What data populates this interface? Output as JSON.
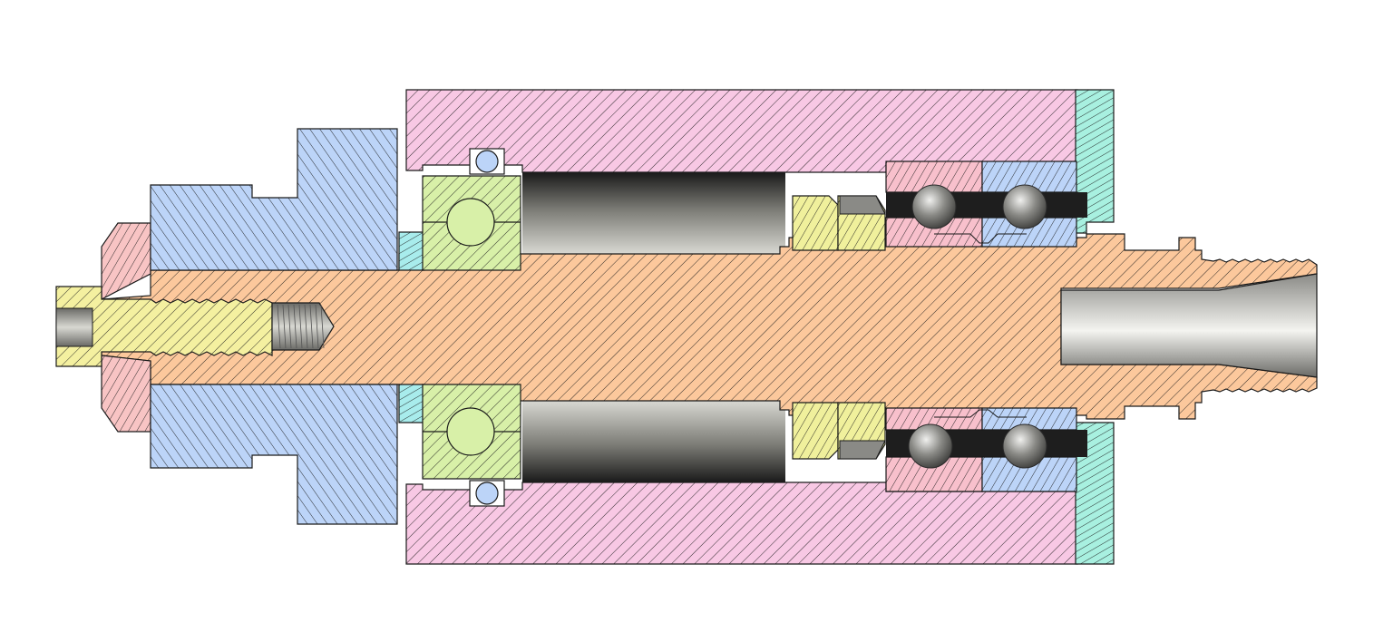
{
  "diagram": {
    "view": "cross-section",
    "background": "#ffffff",
    "outline_color": "#1a1a1a",
    "hatch_color": "#1a1a1a",
    "parts": [
      {
        "name": "housing",
        "fill": "#f8c8e4"
      },
      {
        "name": "end-cap",
        "fill": "#a8f0e0"
      },
      {
        "name": "flange-nut",
        "fill": "#bcd4f8"
      },
      {
        "name": "spindle-shaft",
        "fill": "#fcc89c"
      },
      {
        "name": "drawbar-bolt",
        "fill": "#f4f0a0"
      },
      {
        "name": "hex-nut",
        "fill": "#f8c4c4"
      },
      {
        "name": "deep-groove-bearing",
        "fill": "#d8f0a8"
      },
      {
        "name": "bearing-spacer",
        "fill": "#a8ecec"
      },
      {
        "name": "lock-nuts",
        "fill": "#f0f09c"
      },
      {
        "name": "angular-contact-bearing-front",
        "fill": "#f8c0cc"
      },
      {
        "name": "angular-contact-bearing-rear",
        "fill": "#bcd4f8"
      },
      {
        "name": "o-ring",
        "fill": "#bcd4f8"
      },
      {
        "name": "bore-cavity",
        "fill": "#3a3a3a"
      },
      {
        "name": "collet-taper",
        "fill": "#a8a8a4"
      }
    ]
  }
}
